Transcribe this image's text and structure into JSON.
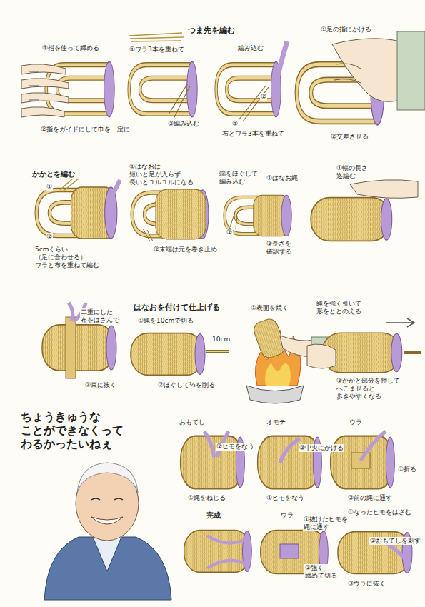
{
  "diagram": {
    "labels": [
      "つま先を編む",
      "①指を使って締める",
      "②指をガイドにして巾を一定に",
      "①ワラ3本を重ねて",
      "②編み込む",
      "編み込む",
      "①",
      "布とワラ3本を重ねて",
      "②",
      "①足の指にかける",
      "②交差させる",
      "かかとを編む",
      "①",
      "②",
      "5cmくらい（足に合わせる） ワラと布を重ねて編む",
      "①はなおは 短いと足が入らず 長いとユルユルになる",
      "②末端は元を巻き止め",
      "端をほぐして 編み込む",
      "①はなお縄",
      "②",
      "②長さを 確認する",
      "①幅の長さ 迄編む",
      "はなおを付けて仕上げる",
      "二重にした 布をはさんで",
      "②束に抜く",
      "①縄を10cmで切る",
      "10cm",
      "②ほぐして½を削る",
      "①表面を焼く",
      "縄を強く引いて 形をととのえる",
      "②かかと部分を押して へこませると 歩きやすくなる",
      "ちょうきゅうな ことができなくって わるかったいねぇ",
      "おもてし",
      "②ヒモをなう",
      "①縄をねじる",
      "オモテ",
      "②中央にかける",
      "①ヒモをなう",
      "ウラ",
      "①折る",
      "②前の縄に通す",
      "完成",
      "ウラ",
      "①抜けたヒモを 縄に通す",
      "②強く 締めて切る",
      "①なったヒモをはさむ",
      "②おもてしを刺す",
      "③ウラに抜く"
    ]
  }
}
